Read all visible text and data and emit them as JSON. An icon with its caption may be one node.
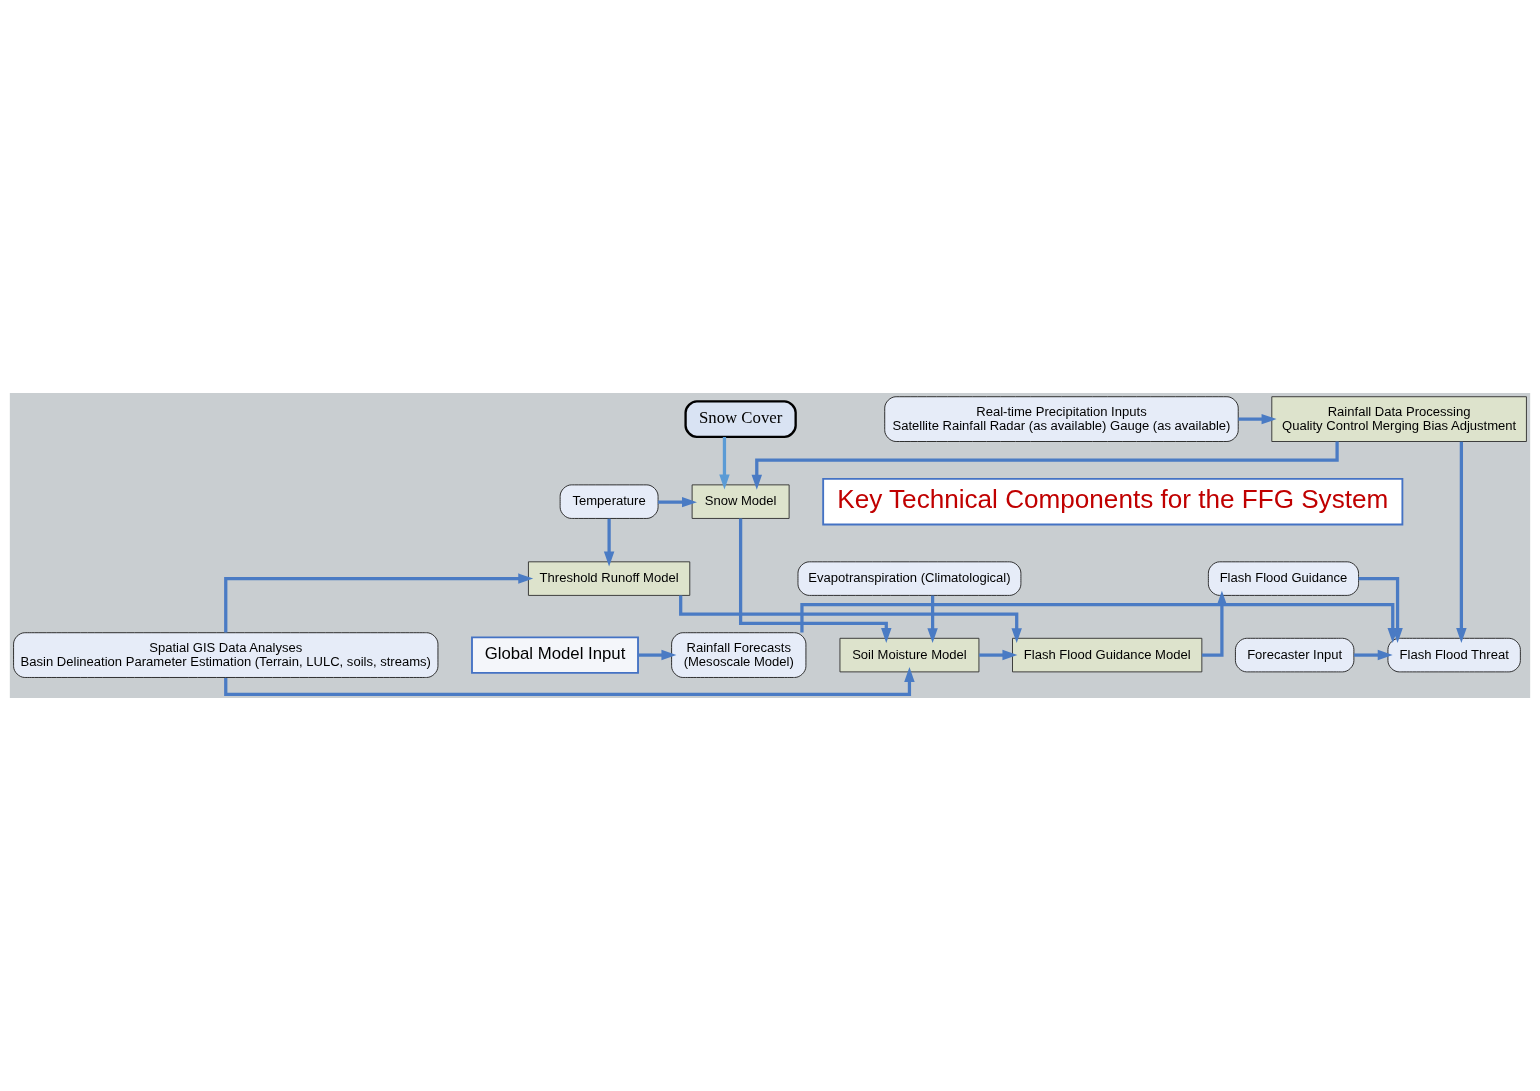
{
  "diagram": {
    "nodes": [
      {
        "text": [
          "Real-time Precipitation Inputs",
          "Satellite Rainfall Radar (as available) Gauge (as available)"
        ]
      },
      {
        "text": [
          "Rainfall Data Processing",
          "Quality Control Merging Bias Adjustment"
        ]
      },
      {
        "text": [
          "Snow Cover"
        ]
      },
      {
        "text": [
          "Temperature"
        ]
      },
      {
        "text": [
          "Key Technical Components for the FFG System"
        ]
      },
      {
        "text": [
          "Snow Model"
        ]
      },
      {
        "text": [
          "Spatial GIS Data Analyses",
          "Basin Delineation Parameter Estimation (Terrain, LULC, soils, streams)"
        ]
      },
      {
        "text": [
          "Flash Flood Guidance Model"
        ]
      },
      {
        "text": [
          "Soil Moisture Model"
        ]
      },
      {
        "text": [
          "Threshold Runoff Model"
        ]
      },
      {
        "text": [
          "Evapotranspiration (Climatological)"
        ]
      },
      {
        "text": [
          "Flash Flood Guidance"
        ]
      },
      {
        "text": [
          "Forecaster Input"
        ]
      },
      {
        "text": [
          "Flash Flood Threat"
        ]
      },
      {
        "text": [
          "Rainfall Forecasts",
          "(Mesoscale Model)"
        ]
      },
      {
        "text": [
          "Global Model Input"
        ]
      }
    ],
    "edges": [
      {
        "from": 0,
        "to": 1,
        "arrow": "to"
      },
      {
        "from": 2,
        "to": 5,
        "arrow": "to",
        "color": "#5b9bd5"
      },
      {
        "from": 1,
        "to": 5,
        "arrow": "to"
      },
      {
        "from": 3,
        "to": 5,
        "arrow": "to"
      },
      {
        "from": 3,
        "to": 9,
        "arrow": "to"
      },
      {
        "from": 5,
        "to": 8,
        "arrow": "to"
      },
      {
        "from": 6,
        "to": 8,
        "arrow": "to"
      },
      {
        "from": 6,
        "to": 9,
        "arrow": "to"
      },
      {
        "from": 10,
        "to": 8,
        "arrow": "to"
      },
      {
        "from": 8,
        "to": 7,
        "arrow": "to"
      },
      {
        "from": 9,
        "to": 7,
        "arrow": "to"
      },
      {
        "from": 7,
        "to": 11,
        "arrow": "to"
      },
      {
        "from": 11,
        "to": 13,
        "arrow": "to"
      },
      {
        "from": 12,
        "to": 13,
        "arrow": "to"
      },
      {
        "from": 1,
        "to": 13,
        "arrow": "to"
      },
      {
        "from": 14,
        "to": 13,
        "arrow": "to"
      },
      {
        "from": 15,
        "to": 14,
        "arrow": "to"
      }
    ]
  }
}
